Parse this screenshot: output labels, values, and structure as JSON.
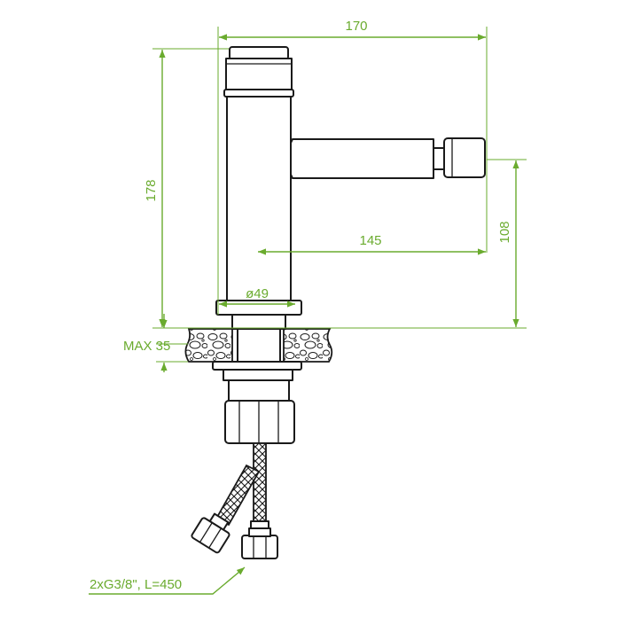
{
  "colors": {
    "dimension": "#6aab2e",
    "outline": "#1a1a1a",
    "background": "#ffffff"
  },
  "dimensions": {
    "total_width": "170",
    "total_height": "178",
    "spout_height": "108",
    "spout_reach": "145",
    "body_diameter": "ø49",
    "max_countertop": "MAX 35",
    "hoses": "2xG3/8\", L=450"
  }
}
